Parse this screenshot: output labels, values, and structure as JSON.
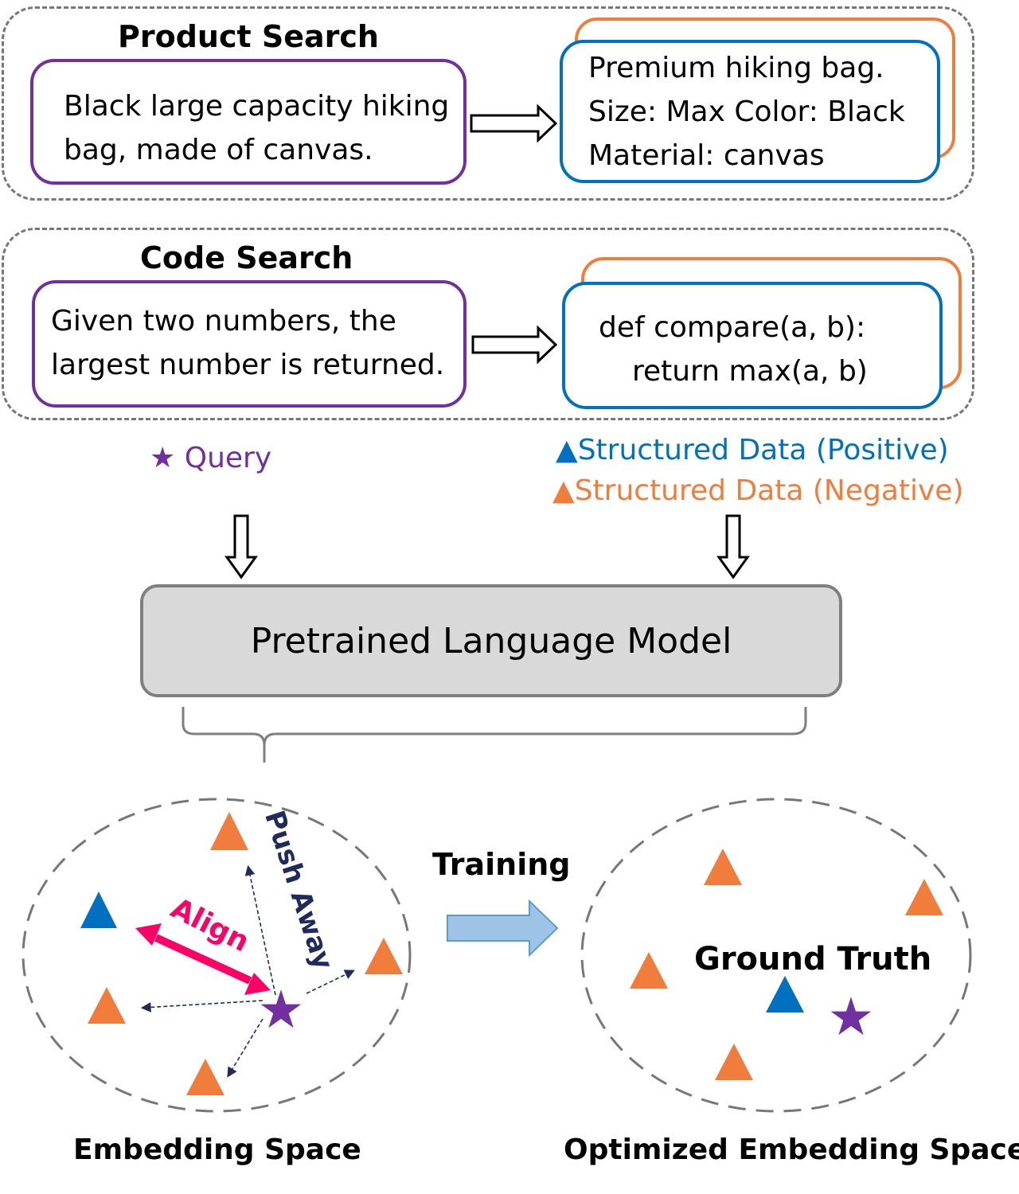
{
  "product": {
    "title": "Product Search",
    "query_lines": [
      "Black large capacity hiking",
      "bag, made of canvas."
    ],
    "data_lines": [
      "Premium hiking bag.",
      "Size: Max Color: Black",
      "Material: canvas"
    ]
  },
  "code": {
    "title": "Code Search",
    "query_lines": [
      "Given two numbers, the",
      "largest number is returned."
    ],
    "data_lines": [
      "def compare(a, b):",
      "return max(a, b)"
    ]
  },
  "legend": {
    "query": "Query",
    "positive": "Structured Data (Positive)",
    "negative": "Structured Data (Negative)"
  },
  "model": {
    "label": "Pretrained Language Model"
  },
  "embedding": {
    "align": "Align",
    "push": "Push Away",
    "training": "Training",
    "ground_truth": "Ground Truth",
    "caption_left": "Embedding Space",
    "caption_right": "Optimized Embedding Space"
  },
  "colors": {
    "query": "#7030A0",
    "positive": "#0070C0",
    "negative": "#F07D3C",
    "align": "#FF0066",
    "push": "#1F2A5E",
    "training_arrow": "#9DC3E6"
  }
}
